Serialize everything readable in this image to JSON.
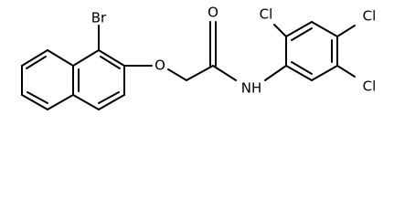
{
  "structure": {
    "atoms": {
      "br": "Br",
      "ether_o": "O",
      "carbonyl_o": "O",
      "nh": "NH",
      "cl_ortho": "Cl",
      "cl_para": "Cl",
      "cl_meta": "Cl"
    }
  }
}
